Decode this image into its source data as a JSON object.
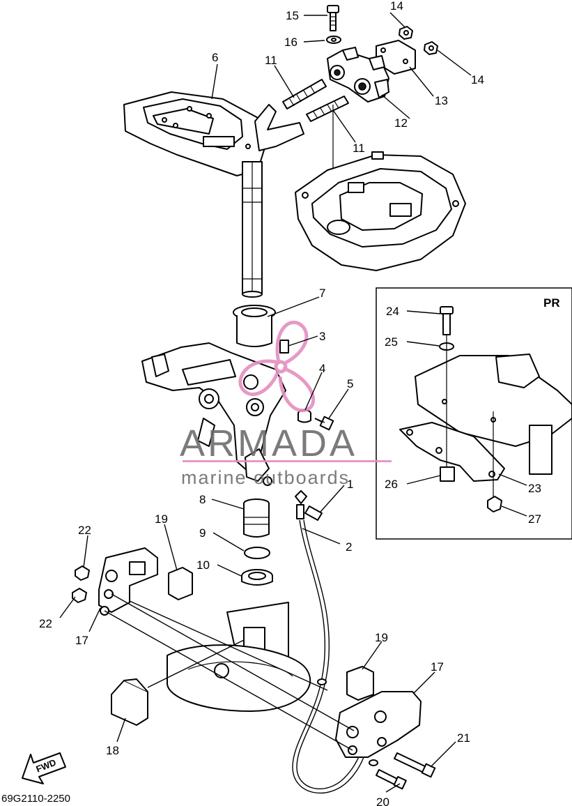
{
  "diagram": {
    "drawing_code": "69G2110-2250",
    "variant_label": "PR",
    "direction_label": "FWD",
    "watermark": {
      "brand": "ARMADA",
      "tagline": "marine outboards",
      "color": "#e58fc0"
    },
    "callouts": [
      "1",
      "2",
      "3",
      "4",
      "5",
      "6",
      "7",
      "8",
      "9",
      "10",
      "11",
      "11",
      "12",
      "13",
      "14",
      "14",
      "15",
      "16",
      "17",
      "17",
      "18",
      "19",
      "19",
      "20",
      "21",
      "22",
      "22",
      "23",
      "24",
      "25",
      "26",
      "27"
    ]
  }
}
